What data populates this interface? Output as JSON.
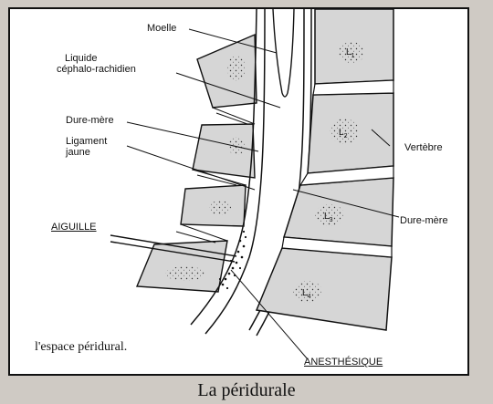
{
  "diagram": {
    "labels": {
      "moelle": "Moelle",
      "liquide_line1": "Liquide",
      "liquide_line2": "céphalo-rachidien",
      "dure_mere_left": "Dure-mère",
      "ligament_line1": "Ligament",
      "ligament_line2": "jaune",
      "aiguille": "AIGUILLE",
      "vertebre": "Vertèbre",
      "dure_mere_right": "Dure-mère",
      "anesthesique": "ANESTHÉSIQUE"
    },
    "vertebra_marks": [
      "L",
      "L",
      "L",
      "L"
    ],
    "vertebra_subscripts": [
      "1",
      "2",
      "3",
      "4"
    ],
    "note": "l'espace péridural."
  },
  "caption": "La péridurale",
  "colors": {
    "bone": "#d6d6d6",
    "ink": "#111111",
    "panel": "#ffffff",
    "background": "#cfcac4"
  }
}
